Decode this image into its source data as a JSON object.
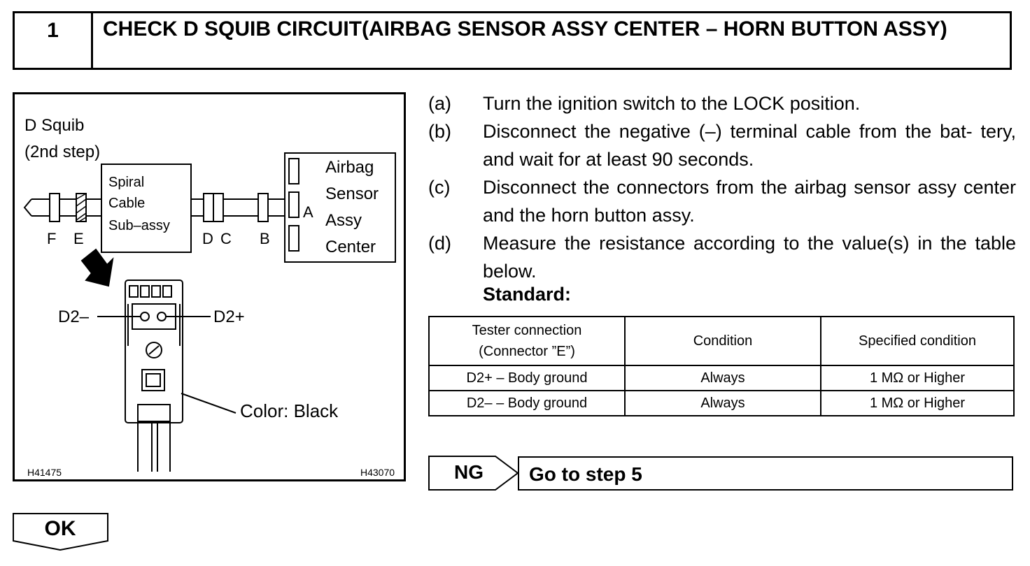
{
  "header": {
    "step_number": "1",
    "title": "CHECK D SQUIB CIRCUIT(AIRBAG SENSOR ASSY CENTER – HORN BUTTON ASSY)"
  },
  "figure": {
    "d_squib_line1": "D Squib",
    "d_squib_line2": "(2nd step)",
    "spiral_line1": "Spiral",
    "spiral_line2": "Cable",
    "spiral_line3": "Sub–assy",
    "conn_f": "F",
    "conn_e": "E",
    "conn_d": "D",
    "conn_c": "C",
    "conn_b": "B",
    "conn_a": "A",
    "airbag_line1": "Airbag",
    "airbag_line2": "Sensor",
    "airbag_line3": "Assy",
    "airbag_line4": "Center",
    "pin_d2_minus": "D2–",
    "pin_d2_plus": "D2+",
    "color_label": "Color: Black",
    "code_left": "H41475",
    "code_right": "H43070"
  },
  "steps": [
    {
      "label": "(a)",
      "text": "Turn the ignition switch to the LOCK position."
    },
    {
      "label": "(b)",
      "text": "Disconnect the negative (–) terminal cable from the bat- tery, and wait for at least 90 seconds."
    },
    {
      "label": "(c)",
      "text": "Disconnect the connectors from the airbag sensor assy center and the horn button assy."
    },
    {
      "label": "(d)",
      "text": "Measure the resistance according to the value(s) in the table below."
    }
  ],
  "standard_label": "Standard:",
  "table": {
    "headers": [
      "Tester connection",
      "(Connector ”E”)",
      "Condition",
      "Specified condition"
    ],
    "rows": [
      [
        "D2+ – Body ground",
        "Always",
        "1 MΩ or Higher"
      ],
      [
        "D2– – Body ground",
        "Always",
        "1 MΩ or Higher"
      ]
    ]
  },
  "ng": {
    "label": "NG",
    "action": "Go to step 5"
  },
  "ok": {
    "label": "OK"
  }
}
